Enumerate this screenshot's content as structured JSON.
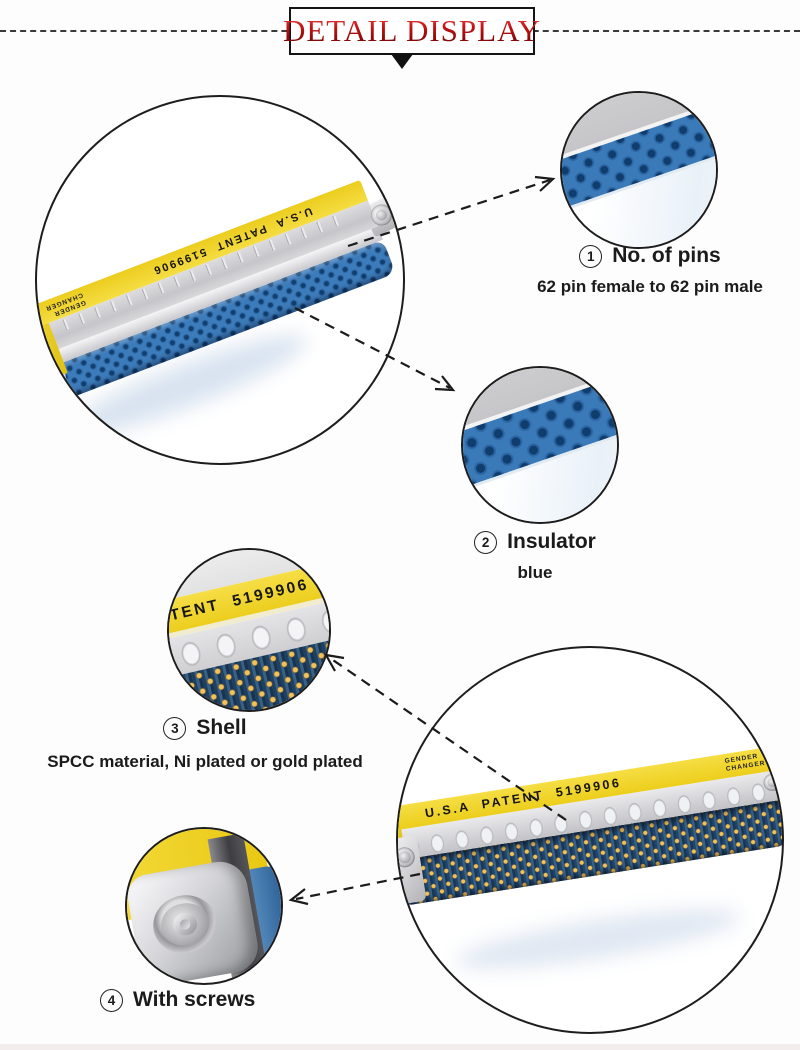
{
  "header": {
    "title": "DETAIL DISPLAY"
  },
  "product": {
    "label_line": "U.S.A  PATENT  5199906",
    "patent_line": "PATENT  5199906",
    "gender_line1": "GENDER",
    "gender_line2": "CHANGER"
  },
  "callouts": [
    {
      "number": "1",
      "label": "No. of pins",
      "sub": "62 pin female to 62 pin male"
    },
    {
      "number": "2",
      "label": "Insulator",
      "sub": "blue"
    },
    {
      "number": "3",
      "label": "Shell",
      "sub": "SPCC material, Ni plated or gold plated"
    },
    {
      "number": "4",
      "label": "With screws",
      "sub": ""
    }
  ],
  "colors": {
    "title_red": "#c31212",
    "label_yellow": "#f2d836",
    "insulator_blue": "#3b7ab8",
    "pin_navy": "#20456a",
    "pin_gold": "#f0c25e",
    "shell_silver": "#c6c6c9",
    "line_black": "#1b1b1b"
  }
}
